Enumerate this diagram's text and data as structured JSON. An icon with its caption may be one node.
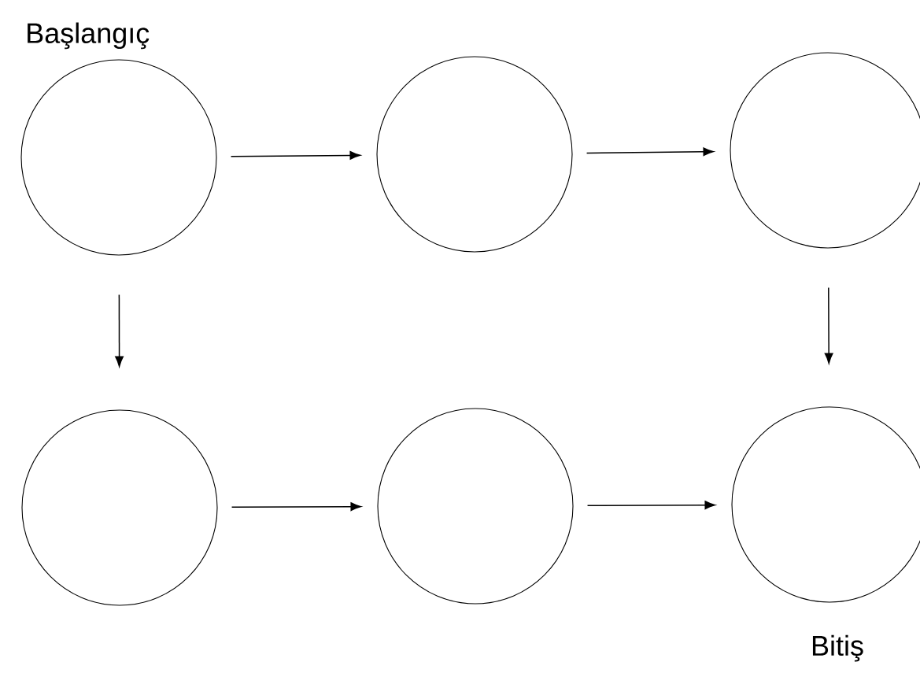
{
  "diagram": {
    "nodes": [
      {
        "text": [],
        "shape": "circle",
        "beside": [
          "Başlangıç"
        ]
      },
      {
        "text": [],
        "shape": "circle"
      },
      {
        "text": [],
        "shape": "circle"
      },
      {
        "text": [],
        "shape": "circle"
      },
      {
        "text": [],
        "shape": "circle"
      },
      {
        "text": [],
        "shape": "circle",
        "beside": [
          "Bitiş"
        ]
      }
    ],
    "edges": [
      {
        "from": 0,
        "to": 1,
        "arrow": "to"
      },
      {
        "from": 1,
        "to": 2,
        "arrow": "to"
      },
      {
        "from": 0,
        "to": 3,
        "arrow": "to"
      },
      {
        "from": 2,
        "to": 5,
        "arrow": "to"
      },
      {
        "from": 3,
        "to": 4,
        "arrow": "to"
      },
      {
        "from": 4,
        "to": 5,
        "arrow": "to"
      }
    ]
  }
}
